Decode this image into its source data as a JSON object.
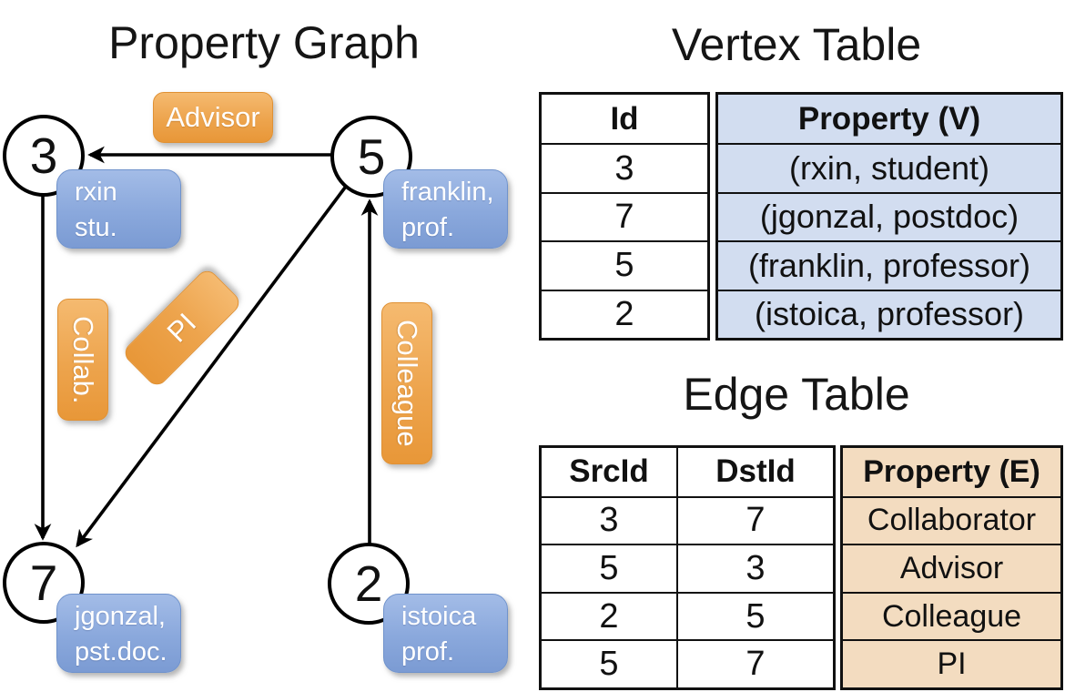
{
  "graph": {
    "title": "Property Graph",
    "vertices": {
      "v3": {
        "id": "3",
        "line1": "rxin",
        "line2": "stu."
      },
      "v5": {
        "id": "5",
        "line1": "franklin,",
        "line2": "prof."
      },
      "v7": {
        "id": "7",
        "line1": "jgonzal,",
        "line2": "pst.doc."
      },
      "v2": {
        "id": "2",
        "line1": "istoica",
        "line2": "prof."
      }
    },
    "edge_labels": {
      "advisor": "Advisor",
      "collab": "Collab.",
      "pi": "PI",
      "colleague": "Colleague"
    }
  },
  "vertex_table": {
    "title": "Vertex Table",
    "columns": [
      "Id",
      "Property (V)"
    ],
    "rows": [
      [
        "3",
        "(rxin, student)"
      ],
      [
        "7",
        "(jgonzal, postdoc)"
      ],
      [
        "5",
        "(franklin, professor)"
      ],
      [
        "2",
        "(istoica, professor)"
      ]
    ]
  },
  "edge_table": {
    "title": "Edge Table",
    "columns": [
      "SrcId",
      "DstId",
      "Property (E)"
    ],
    "rows": [
      [
        "3",
        "7",
        "Collaborator"
      ],
      [
        "5",
        "3",
        "Advisor"
      ],
      [
        "2",
        "5",
        "Colleague"
      ],
      [
        "5",
        "7",
        "PI"
      ]
    ]
  },
  "colors": {
    "edge_label_orange": "#eda44d",
    "vertex_label_blue": "#8aa8dc",
    "vertex_property_fill": "#d2ddf0",
    "edge_property_fill": "#f3dcc0",
    "line_black": "#111111"
  }
}
